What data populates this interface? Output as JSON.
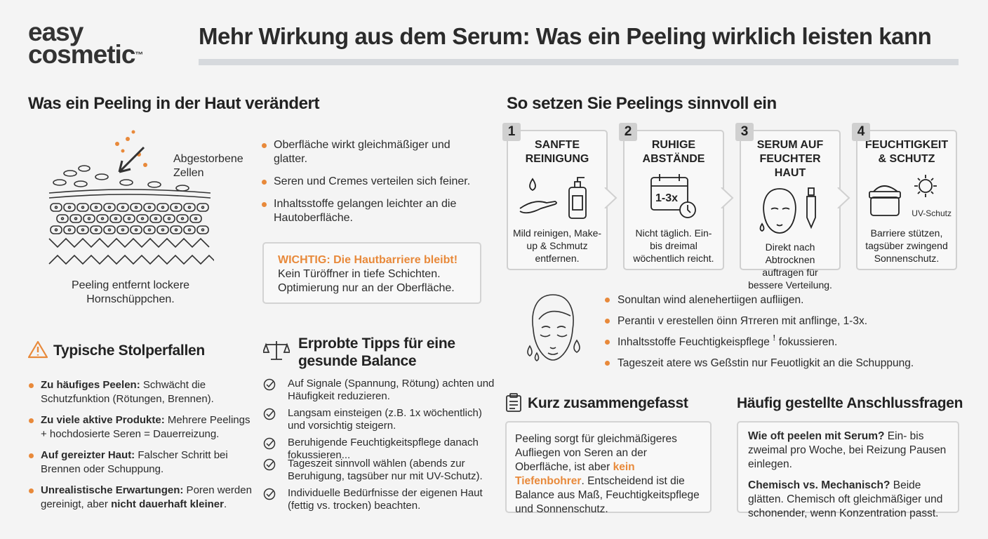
{
  "logo": {
    "line1": "easy",
    "line2": "cosmetic",
    "tm": "™"
  },
  "title": "Mehr Wirkung aus dem Serum: Was ein Peeling wirklich leisten kann",
  "skin": {
    "heading": "Was ein Peeling in der Haut verändert",
    "label": "Abgestorbene Zellen",
    "caption": "Peeling entfernt lockere Hornschüppchen.",
    "bullets": [
      "Oberfläche wirkt gleichmäßiger und glatter.",
      "Seren und Cremes verteilen sich feiner.",
      "Inhaltsstoffe gelangen leichter an die Hautoberfläche."
    ],
    "callout": {
      "title": "WICHTIG: Die Hautbarriere bleibt!",
      "line1": "Kein Türöffner in tiefe Schichten.",
      "line2": "Optimierung nur an der Oberfläche."
    }
  },
  "steps": {
    "heading": "So setzen Sie Peelings sinnvoll ein",
    "items": [
      {
        "num": "1",
        "title": "SANFTE REINIGUNG",
        "icon": "hand-soap-icon",
        "text": "Mild reinigen, Make-up & Schmutz entfernen."
      },
      {
        "num": "2",
        "title": "RUHIGE ABSTÄNDE",
        "icon": "calendar-clock-icon",
        "badge": "1-3x",
        "text": "Nicht täglich. Ein- bis dreimal wöchentlich reicht."
      },
      {
        "num": "3",
        "title": "SERUM AUF FEUCHTER HAUT",
        "icon": "face-dropper-icon",
        "text": "Direkt nach Abtrocknen auftragen für bessere Verteilung."
      },
      {
        "num": "4",
        "title": "FEUCHTIGKEIT & SCHUTZ",
        "icon": "cream-sun-icon",
        "uv": "UV-Schutz",
        "text": "Barriere stützen, tagsüber zwingend Sonnenschutz."
      }
    ]
  },
  "face_bullets": [
    "Sonultan wind alenehertiigen aufliigen.",
    "Perantiı v erestellen öinn Ятreren mit anflinge, 1-3x.",
    "Inhaltsstoffe Feuchtigkeispflege ꜝ fokussieren.",
    "Tageszeit atere ws Geßstin nur Feuotligkit an die Schuppung."
  ],
  "pitfalls": {
    "heading": "Typische Stolperfallen",
    "items": [
      {
        "bold": "Zu häufiges Peelen:",
        "text": " Schwächt die Schutzfunktion (Rötungen, Brennen)."
      },
      {
        "bold": "Zu viele aktive Produkte:",
        "text": " Mehrere Peelings + hochdosierte Seren = Dauerreizung."
      },
      {
        "bold": "Auf gereizter Haut:",
        "text": " Falscher Schritt bei Brennen oder Schuppung."
      },
      {
        "bold": "Unrealistische Erwartungen:",
        "text": " Poren werden gereinigt, aber ",
        "bold2": "nicht dauerhaft kleiner",
        "end": "."
      }
    ]
  },
  "tips": {
    "heading": "Erprobte Tipps für eine gesunde Balance",
    "items": [
      "Auf Signale (Spannung, Rötung) achten und Häufigkeit reduzieren.",
      "Langsam einsteigen (z.B. 1x wöchentlich) und vorsichtig steigern.",
      "Beruhigende Feuchtigkeitspflege danach fokussieren...",
      "Tageszeit sinnvoll wählen (abends zur Beruhigung, tagsüber nur mit UV-Schutz).",
      "Individuelle Bedürfnisse der eigenen Haut (fettig vs. trocken) beachten."
    ]
  },
  "summary": {
    "heading": "Kurz zusammengefasst",
    "pre": "Peeling sorgt für gleichmäßigeres Aufliegen von Seren an der Oberfläche, ist aber ",
    "highlight": "kein Tiefenbohrer",
    "post": ". Entscheidend ist die Balance aus Maß, Feuchtigkeitspflege und Sonnenschutz."
  },
  "faq": {
    "heading": "Häufig gestellte Anschlussfragen",
    "items": [
      {
        "q": "Wie oft peelen mit Serum?",
        "a": " Ein- bis zweimal pro Woche, bei Reizung Pausen einlegen."
      },
      {
        "q": "Chemisch vs. Mechanisch?",
        "a": " Beide glätten. Chemisch oft gleichmäßiger und schonender, wenn Konzentration passt."
      }
    ]
  },
  "colors": {
    "accent": "#e8893a",
    "background": "#f4f4f4",
    "border": "#d3d3d3"
  }
}
